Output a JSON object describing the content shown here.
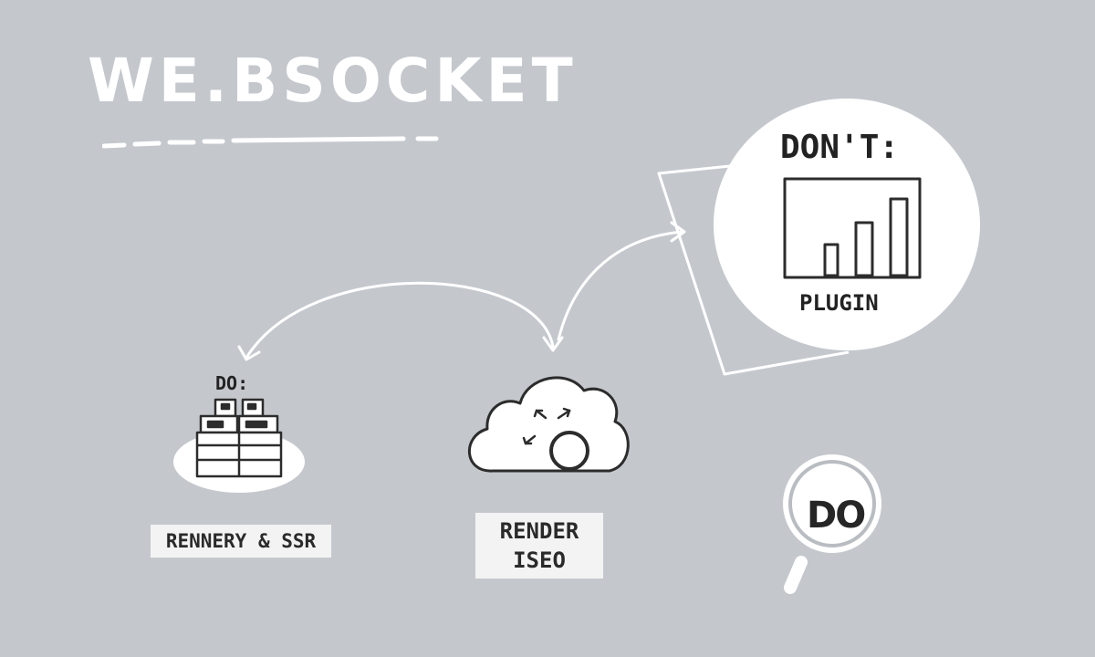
{
  "title": "WE.BSOCKET",
  "server": {
    "heading": "DO:",
    "label": "RENNERY & SSR",
    "icon": "server-rack-icon"
  },
  "render": {
    "label_line1": "RENDER",
    "label_line2": "ISEO",
    "icon": "cloud-sync-icon"
  },
  "plugin": {
    "heading": "DON'T:",
    "label": "PLUGIN",
    "icon": "bar-chart-icon"
  },
  "search": {
    "label": "DO",
    "icon": "magnifier-icon"
  },
  "colors": {
    "background": "#c4c8cd",
    "chalk": "#ffffff",
    "ink": "#222222"
  }
}
